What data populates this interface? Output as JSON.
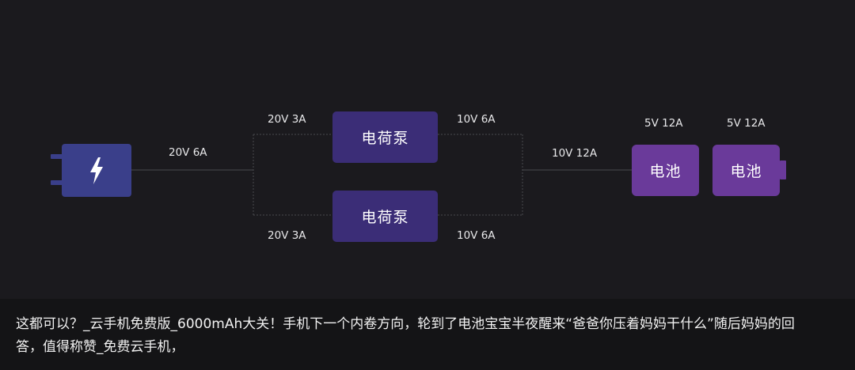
{
  "diagram": {
    "charger_icon": "lightning-bolt-icon",
    "labels": {
      "charger_out": "20V 6A",
      "pump_top_in": "20V 3A",
      "pump_top_out": "10V 6A",
      "pump_bottom_in": "20V 3A",
      "pump_bottom_out": "10V 6A",
      "battery_feed": "10V 12A",
      "battery1": "5V 12A",
      "battery2": "5V 12A"
    },
    "pump_top": "电荷泵",
    "pump_bottom": "电荷泵",
    "battery1": "电池",
    "battery2": "电池"
  },
  "caption": {
    "text": "这都可以？_云手机免费版_6000mAh大关！手机下一个内卷方向，轮到了电池宝宝半夜醒来“爸爸你压着妈妈干什么”随后妈妈的回答，值得称赞_免费云手机，"
  },
  "colors": {
    "background": "#1b1a1e",
    "pump": "#3b2d77",
    "battery": "#6a3a9a",
    "charger": "#3a3f8a"
  }
}
